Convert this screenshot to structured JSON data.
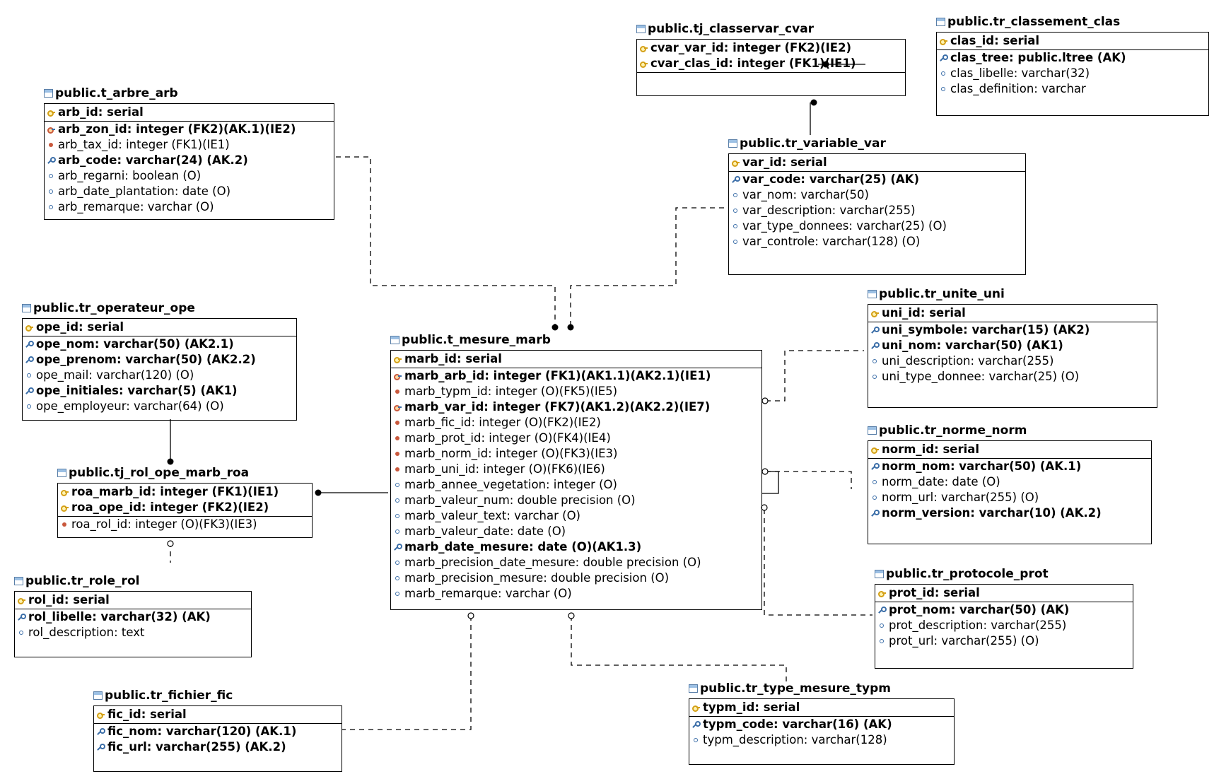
{
  "entities": {
    "arbre": {
      "title": "public.t_arbre_arb",
      "pk": [
        {
          "text": "arb_id: serial",
          "kind": "pk",
          "bold": true
        }
      ],
      "cols": [
        {
          "text": "arb_zon_id: integer (FK2)(AK.1)(IE2)",
          "kind": "pfk",
          "bold": true
        },
        {
          "text": "arb_tax_id: integer (FK1)(IE1)",
          "kind": "fk",
          "bold": false
        },
        {
          "text": "arb_code: varchar(24) (AK.2)",
          "kind": "ak",
          "bold": true
        },
        {
          "text": "arb_regarni: boolean (O)",
          "kind": "col",
          "bold": false
        },
        {
          "text": "arb_date_plantation: date (O)",
          "kind": "col",
          "bold": false
        },
        {
          "text": "arb_remarque: varchar (O)",
          "kind": "col",
          "bold": false
        }
      ]
    },
    "classervar": {
      "title": "public.tj_classervar_cvar",
      "pk": [
        {
          "text": "cvar_var_id: integer (FK2)(IE2)",
          "kind": "pk",
          "bold": true
        },
        {
          "text": "cvar_clas_id: integer (FK1)(IE1)",
          "kind": "pk",
          "bold": true
        }
      ],
      "cols": []
    },
    "classement": {
      "title": "public.tr_classement_clas",
      "pk": [
        {
          "text": "clas_id: serial",
          "kind": "pk",
          "bold": true
        }
      ],
      "cols": [
        {
          "text": "clas_tree: public.ltree (AK)",
          "kind": "ak",
          "bold": true
        },
        {
          "text": "clas_libelle: varchar(32)",
          "kind": "col",
          "bold": false
        },
        {
          "text": "clas_definition: varchar",
          "kind": "col",
          "bold": false
        }
      ]
    },
    "variable": {
      "title": "public.tr_variable_var",
      "pk": [
        {
          "text": "var_id: serial",
          "kind": "pk",
          "bold": true
        }
      ],
      "cols": [
        {
          "text": "var_code: varchar(25) (AK)",
          "kind": "ak",
          "bold": true
        },
        {
          "text": "var_nom: varchar(50)",
          "kind": "col",
          "bold": false
        },
        {
          "text": "var_description: varchar(255)",
          "kind": "col",
          "bold": false
        },
        {
          "text": "var_type_donnees: varchar(25) (O)",
          "kind": "col",
          "bold": false
        },
        {
          "text": "var_controle: varchar(128) (O)",
          "kind": "col",
          "bold": false
        }
      ]
    },
    "operateur": {
      "title": "public.tr_operateur_ope",
      "pk": [
        {
          "text": "ope_id: serial",
          "kind": "pk",
          "bold": true
        }
      ],
      "cols": [
        {
          "text": "ope_nom: varchar(50) (AK2.1)",
          "kind": "ak",
          "bold": true
        },
        {
          "text": "ope_prenom: varchar(50) (AK2.2)",
          "kind": "ak",
          "bold": true
        },
        {
          "text": "ope_mail: varchar(120) (O)",
          "kind": "col",
          "bold": false
        },
        {
          "text": "ope_initiales: varchar(5) (AK1)",
          "kind": "ak",
          "bold": true
        },
        {
          "text": "ope_employeur: varchar(64) (O)",
          "kind": "col",
          "bold": false
        }
      ]
    },
    "mesure": {
      "title": "public.t_mesure_marb",
      "pk": [
        {
          "text": "marb_id: serial",
          "kind": "pk",
          "bold": true
        }
      ],
      "cols": [
        {
          "text": "marb_arb_id: integer (FK1)(AK1.1)(AK2.1)(IE1)",
          "kind": "pfk",
          "bold": true
        },
        {
          "text": "marb_typm_id: integer (O)(FK5)(IE5)",
          "kind": "fk",
          "bold": false
        },
        {
          "text": "marb_var_id: integer (FK7)(AK1.2)(AK2.2)(IE7)",
          "kind": "pfk",
          "bold": true
        },
        {
          "text": "marb_fic_id: integer (O)(FK2)(IE2)",
          "kind": "fk",
          "bold": false
        },
        {
          "text": "marb_prot_id: integer (O)(FK4)(IE4)",
          "kind": "fk",
          "bold": false
        },
        {
          "text": "marb_norm_id: integer (O)(FK3)(IE3)",
          "kind": "fk",
          "bold": false
        },
        {
          "text": "marb_uni_id: integer (O)(FK6)(IE6)",
          "kind": "fk",
          "bold": false
        },
        {
          "text": "marb_annee_vegetation: integer (O)",
          "kind": "col",
          "bold": false
        },
        {
          "text": "marb_valeur_num: double precision (O)",
          "kind": "col",
          "bold": false
        },
        {
          "text": "marb_valeur_text: varchar (O)",
          "kind": "col",
          "bold": false
        },
        {
          "text": "marb_valeur_date: date (O)",
          "kind": "col",
          "bold": false
        },
        {
          "text": "marb_date_mesure: date (O)(AK1.3)",
          "kind": "ak",
          "bold": true
        },
        {
          "text": "marb_precision_date_mesure: double precision (O)",
          "kind": "col",
          "bold": false
        },
        {
          "text": "marb_precision_mesure: double precision (O)",
          "kind": "col",
          "bold": false
        },
        {
          "text": "marb_remarque: varchar (O)",
          "kind": "col",
          "bold": false
        }
      ]
    },
    "unite": {
      "title": "public.tr_unite_uni",
      "pk": [
        {
          "text": "uni_id: serial",
          "kind": "pk",
          "bold": true
        }
      ],
      "cols": [
        {
          "text": "uni_symbole: varchar(15) (AK2)",
          "kind": "ak",
          "bold": true
        },
        {
          "text": "uni_nom: varchar(50) (AK1)",
          "kind": "ak",
          "bold": true
        },
        {
          "text": "uni_description: varchar(255)",
          "kind": "col",
          "bold": false
        },
        {
          "text": "uni_type_donnee: varchar(25) (O)",
          "kind": "col",
          "bold": false
        }
      ]
    },
    "role_ope": {
      "title": "public.tj_rol_ope_marb_roa",
      "pk": [
        {
          "text": "roa_marb_id: integer (FK1)(IE1)",
          "kind": "pk",
          "bold": true
        },
        {
          "text": "roa_ope_id: integer (FK2)(IE2)",
          "kind": "pk",
          "bold": true
        }
      ],
      "cols": [
        {
          "text": "roa_rol_id: integer (O)(FK3)(IE3)",
          "kind": "fk",
          "bold": false
        }
      ]
    },
    "norme": {
      "title": "public.tr_norme_norm",
      "pk": [
        {
          "text": "norm_id: serial",
          "kind": "pk",
          "bold": true
        }
      ],
      "cols": [
        {
          "text": "norm_nom: varchar(50) (AK.1)",
          "kind": "ak",
          "bold": true
        },
        {
          "text": "norm_date: date (O)",
          "kind": "col",
          "bold": false
        },
        {
          "text": "norm_url: varchar(255) (O)",
          "kind": "col",
          "bold": false
        },
        {
          "text": "norm_version: varchar(10) (AK.2)",
          "kind": "ak",
          "bold": true
        }
      ]
    },
    "role": {
      "title": "public.tr_role_rol",
      "pk": [
        {
          "text": "rol_id: serial",
          "kind": "pk",
          "bold": true
        }
      ],
      "cols": [
        {
          "text": "rol_libelle: varchar(32) (AK)",
          "kind": "ak",
          "bold": true
        },
        {
          "text": "rol_description: text",
          "kind": "col",
          "bold": false
        }
      ]
    },
    "protocole": {
      "title": "public.tr_protocole_prot",
      "pk": [
        {
          "text": "prot_id: serial",
          "kind": "pk",
          "bold": true
        }
      ],
      "cols": [
        {
          "text": "prot_nom: varchar(50) (AK)",
          "kind": "ak",
          "bold": true
        },
        {
          "text": "prot_description: varchar(255)",
          "kind": "col",
          "bold": false
        },
        {
          "text": "prot_url: varchar(255) (O)",
          "kind": "col",
          "bold": false
        }
      ]
    },
    "fichier": {
      "title": "public.tr_fichier_fic",
      "pk": [
        {
          "text": "fic_id: serial",
          "kind": "pk",
          "bold": true
        }
      ],
      "cols": [
        {
          "text": "fic_nom: varchar(120) (AK.1)",
          "kind": "ak",
          "bold": true
        },
        {
          "text": "fic_url: varchar(255) (AK.2)",
          "kind": "ak",
          "bold": true
        }
      ]
    },
    "type_mesure": {
      "title": "public.tr_type_mesure_typm",
      "pk": [
        {
          "text": "typm_id: serial",
          "kind": "pk",
          "bold": true
        }
      ],
      "cols": [
        {
          "text": "typm_code: varchar(16) (AK)",
          "kind": "ak",
          "bold": true
        },
        {
          "text": "typm_description: varchar(128)",
          "kind": "col",
          "bold": false
        }
      ]
    }
  }
}
